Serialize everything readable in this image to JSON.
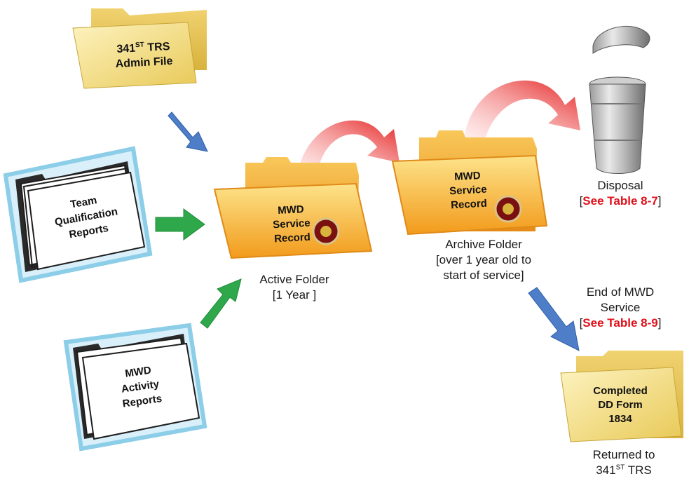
{
  "admin_file": {
    "line1_main": "341",
    "line1_sup": "ST",
    "line1_rest": " TRS",
    "line2": "Admin File"
  },
  "team_reports": {
    "line1": "Team",
    "line2": "Qualification",
    "line3": "Reports"
  },
  "activity_reports": {
    "line1": "MWD",
    "line2": "Activity",
    "line3": "Reports"
  },
  "active_folder": {
    "label": [
      "MWD",
      "Service",
      "Record"
    ],
    "caption1": "Active Folder",
    "caption2": "[1 Year ]"
  },
  "archive_folder": {
    "label": [
      "MWD",
      "Service",
      "Record"
    ],
    "caption1": "Archive Folder",
    "caption2": "[over 1 year old to",
    "caption3": "start of service]"
  },
  "disposal": {
    "label": "Disposal",
    "open": "[",
    "ref": "See Table 8-7",
    "close": "]"
  },
  "end_service": {
    "line1": "End of MWD",
    "line2": "Service",
    "open": "[",
    "ref": "See Table 8-9",
    "close": "]"
  },
  "completed_form": {
    "line1": "Completed",
    "line2": "DD Form",
    "line3": "1834"
  },
  "returned": {
    "line1": "Returned to",
    "line2_main": "341",
    "line2_sup": "ST",
    "line2_rest": " TRS"
  },
  "colors": {
    "blue_arrow": "#4f7ec8",
    "green_arrow": "#2ea84a",
    "red_arrow": "#e41e1e",
    "folder_yellow": "#f4dc7a",
    "folder_orange": "#f5a623",
    "ref_red": "#e0101a"
  }
}
